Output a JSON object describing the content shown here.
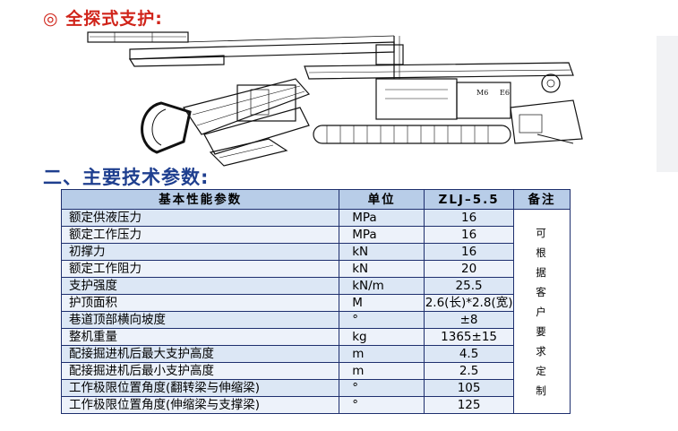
{
  "heading1": "◎ 全探式支护:",
  "heading2": "二、主要技术参数:",
  "drawing_labels": {
    "label_a": "M6",
    "label_b": "E6"
  },
  "table": {
    "headers": [
      "基本性能参数",
      "单位",
      "ZLJ–5.5",
      "备注"
    ],
    "note": "可根据客户要求定制",
    "rows": [
      {
        "param": "额定供液压力",
        "unit": "MPa",
        "value": "16"
      },
      {
        "param": "额定工作压力",
        "unit": "MPa",
        "value": "16"
      },
      {
        "param": "初撑力",
        "unit": "kN",
        "value": "16"
      },
      {
        "param": "额定工作阻力",
        "unit": "kN",
        "value": "20"
      },
      {
        "param": "支护强度",
        "unit": "kN/m",
        "value": "25.5"
      },
      {
        "param": "护顶面积",
        "unit": "M",
        "value": "2.6(长)*2.8(宽)"
      },
      {
        "param": "巷道顶部横向坡度",
        "unit": "°",
        "value": "±8"
      },
      {
        "param": "整机重量",
        "unit": "kg",
        "value": "1365±15"
      },
      {
        "param": "配接掘进机后最大支护高度",
        "unit": "m",
        "value": "4.5"
      },
      {
        "param": "配接掘进机后最小支护高度",
        "unit": "m",
        "value": "2.5"
      },
      {
        "param": "工作极限位置角度(翻转梁与伸缩梁)",
        "unit": "°",
        "value": "105"
      },
      {
        "param": "工作极限位置角度(伸缩梁与支撑梁)",
        "unit": "°",
        "value": "125"
      }
    ]
  }
}
